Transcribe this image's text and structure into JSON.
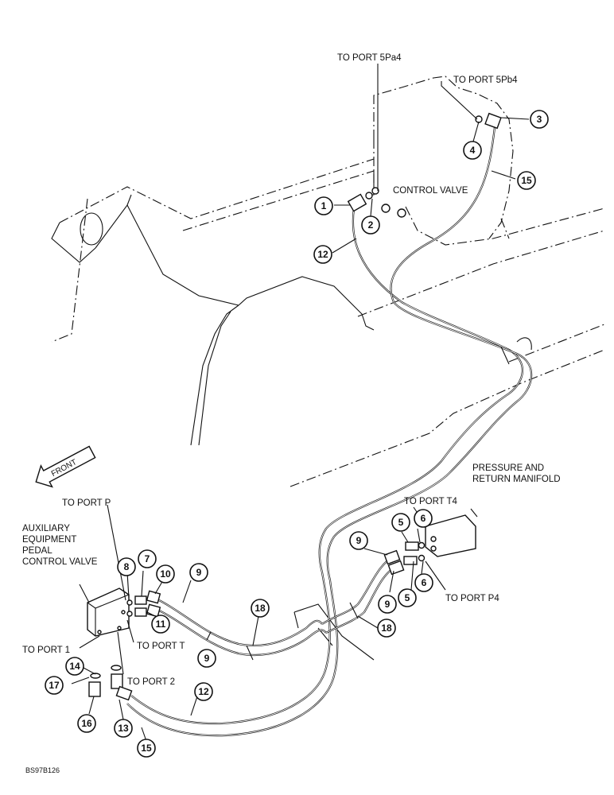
{
  "labels": {
    "to_port_5pa4": "TO PORT 5Pa4",
    "to_port_5pb4": "TO PORT 5Pb4",
    "control_valve": "CONTROL VALVE",
    "pressure_manifold_line1": "PRESSURE AND",
    "pressure_manifold_line2": "RETURN MANIFOLD",
    "to_port_t4": "TO PORT T4",
    "to_port_p4": "TO PORT P4",
    "to_port_p": "TO PORT P",
    "aux_line1": "AUXILIARY",
    "aux_line2": "EQUIPMENT",
    "aux_line3": "PEDAL",
    "aux_line4": "CONTROL VALVE",
    "to_port_t": "TO PORT T",
    "to_port_1": "TO PORT 1",
    "to_port_2": "TO PORT 2",
    "front": "FRONT",
    "drawing_id": "BS97B126"
  },
  "callouts": [
    "1",
    "2",
    "3",
    "4",
    "15",
    "12",
    "5",
    "6",
    "9",
    "5",
    "6",
    "9",
    "8",
    "7",
    "10",
    "9",
    "11",
    "18",
    "18",
    "9",
    "14",
    "17",
    "13",
    "16",
    "12",
    "15"
  ]
}
